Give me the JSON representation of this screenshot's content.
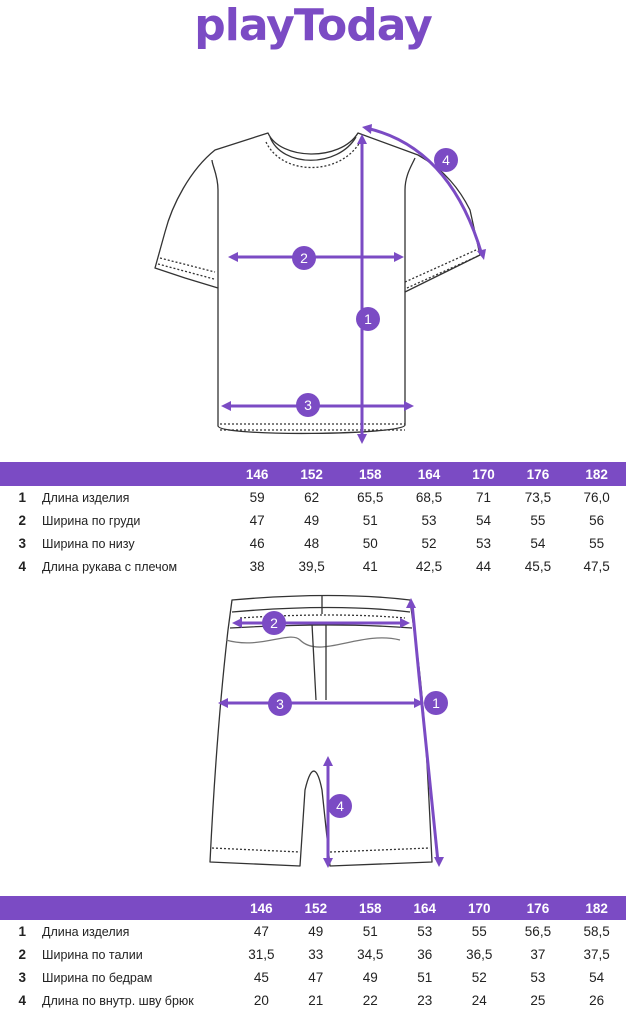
{
  "brand": {
    "logo_text": "playToday",
    "accent": "#7b4bc4"
  },
  "tshirt": {
    "markers": [
      "1",
      "2",
      "3",
      "4"
    ],
    "table": {
      "sizes": [
        "146",
        "152",
        "158",
        "164",
        "170",
        "176",
        "182"
      ],
      "rows": [
        {
          "num": "1",
          "name": "Длина изделия",
          "values": [
            "59",
            "62",
            "65,5",
            "68,5",
            "71",
            "73,5",
            "76,0"
          ]
        },
        {
          "num": "2",
          "name": "Ширина по груди",
          "values": [
            "47",
            "49",
            "51",
            "53",
            "54",
            "55",
            "56"
          ]
        },
        {
          "num": "3",
          "name": "Ширина по низу",
          "values": [
            "46",
            "48",
            "50",
            "52",
            "53",
            "54",
            "55"
          ]
        },
        {
          "num": "4",
          "name": "Длина рукава с плечом",
          "values": [
            "38",
            "39,5",
            "41",
            "42,5",
            "44",
            "45,5",
            "47,5"
          ]
        }
      ]
    }
  },
  "shorts": {
    "markers": [
      "1",
      "2",
      "3",
      "4"
    ],
    "table": {
      "sizes": [
        "146",
        "152",
        "158",
        "164",
        "170",
        "176",
        "182"
      ],
      "rows": [
        {
          "num": "1",
          "name": "Длина изделия",
          "values": [
            "47",
            "49",
            "51",
            "53",
            "55",
            "56,5",
            "58,5"
          ]
        },
        {
          "num": "2",
          "name": "Ширина по талии",
          "values": [
            "31,5",
            "33",
            "34,5",
            "36",
            "36,5",
            "37",
            "37,5"
          ]
        },
        {
          "num": "3",
          "name": "Ширина по бедрам",
          "values": [
            "45",
            "47",
            "49",
            "51",
            "52",
            "53",
            "54"
          ]
        },
        {
          "num": "4",
          "name": "Длина по внутр. шву брюк",
          "values": [
            "20",
            "21",
            "22",
            "23",
            "24",
            "25",
            "26"
          ]
        }
      ]
    }
  }
}
